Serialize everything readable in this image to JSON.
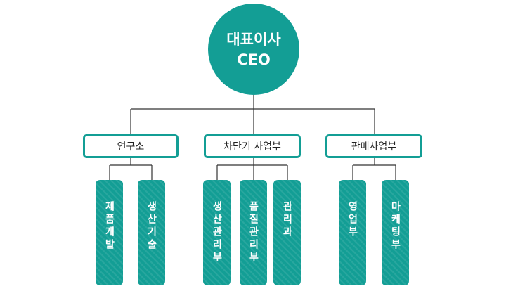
{
  "ceo": {
    "title": "대표이사",
    "subtitle": "CEO"
  },
  "departments": [
    {
      "label": "연구소",
      "teams": [
        "제품개발",
        "생산기술"
      ]
    },
    {
      "label": "차단기 사업부",
      "teams": [
        "생산관리부",
        "품질관리부",
        "관리과"
      ]
    },
    {
      "label": "판매사업부",
      "teams": [
        "영업부",
        "마케팅부"
      ]
    }
  ],
  "colors": {
    "accent": "#139e95",
    "line": "#333333",
    "text": "#222222"
  }
}
